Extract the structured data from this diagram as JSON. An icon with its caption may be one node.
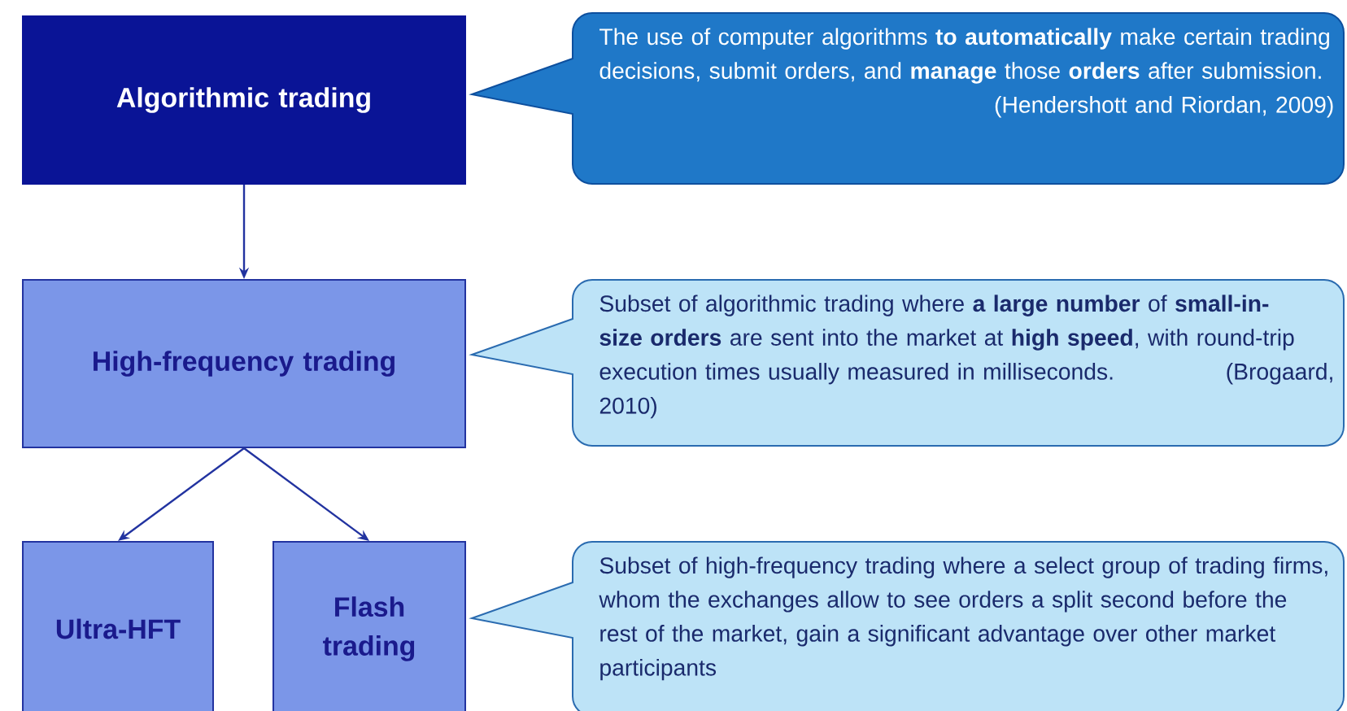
{
  "diagram": {
    "nodes": [
      {
        "text": [
          "Algorithmic trading"
        ]
      },
      {
        "text": [
          "The use of computer algorithms **to automatically** make certain trading decisions, submit orders, and **manage** those **orders** after submission.",
          "(Hendershott and Riordan, 2009)"
        ]
      },
      {
        "text": [
          "High-frequency trading"
        ]
      },
      {
        "text": [
          "Subset of algorithmic trading where **a large number** of **small-in-size orders** are sent into the market at **high speed**, with round-trip execution times usually measured in milliseconds.",
          "(Brogaard, 2010)"
        ]
      },
      {
        "text": [
          "Ultra-HFT"
        ]
      },
      {
        "text": [
          "Flash trading"
        ]
      },
      {
        "text": [
          "Subset of high-frequency trading where a select group of trading firms, whom the exchanges allow to see orders a split second before the rest of the market, gain a significant advantage over other market participants"
        ]
      }
    ],
    "edges": [
      {
        "from": 0,
        "to": 2,
        "arrow": "to"
      },
      {
        "from": 2,
        "to": 4,
        "arrow": "to"
      },
      {
        "from": 2,
        "to": 5,
        "arrow": "to"
      }
    ]
  }
}
